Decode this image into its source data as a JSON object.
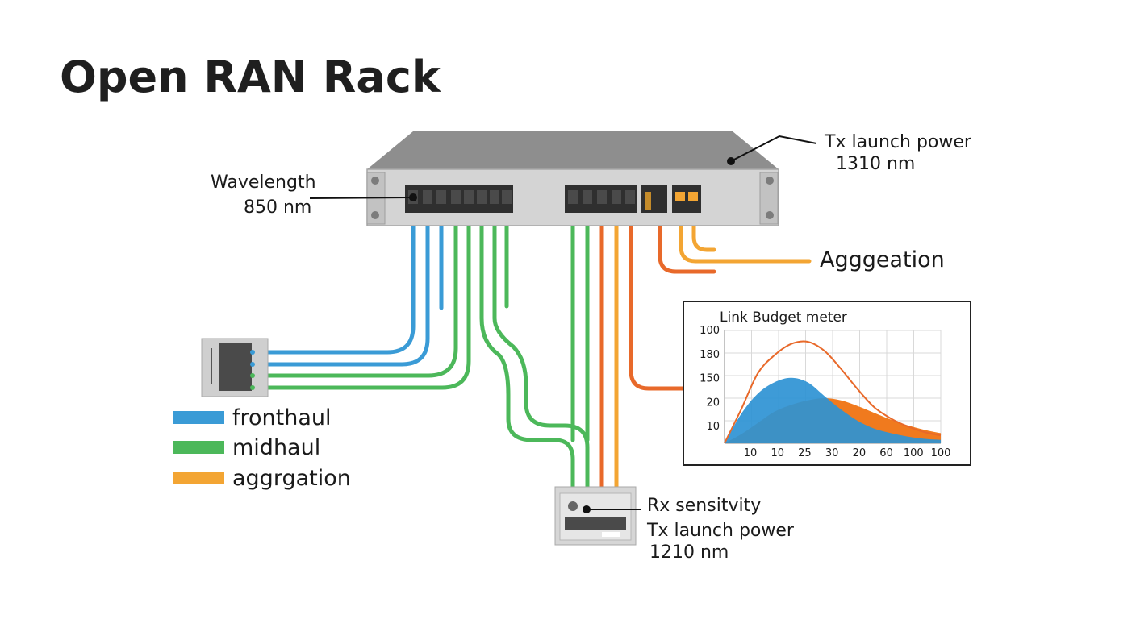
{
  "title": "Open RAN Rack",
  "colors": {
    "fronthaul": "#3a9bd6",
    "midhaul": "#4cb85a",
    "aggregation": "#f3a533",
    "transport": "#e8692a",
    "chassis_top": "#8e8e8e",
    "chassis_front": "#d4d4d4"
  },
  "callouts": {
    "wavelength_label": "Wavelength",
    "wavelength_value": "850 nm",
    "tx_label": "Tx launch power",
    "tx_value": "1310 nm",
    "aggregation_label": "Agggeation",
    "rx_label": "Rx sensitvity",
    "rx_tx_label": "Tx launch power",
    "rx_value": "1210 nm"
  },
  "legend": [
    {
      "label": "fronthaul",
      "color": "#3a9bd6"
    },
    {
      "label": "midhaul",
      "color": "#4cb85a"
    },
    {
      "label": "aggrgation",
      "color": "#f3a533"
    }
  ],
  "chart_data": {
    "type": "area",
    "title": "Link Budget meter",
    "x_tick_labels": [
      "10",
      "10",
      "25",
      "30",
      "20",
      "60",
      "100",
      "100"
    ],
    "y_tick_labels": [
      "100",
      "180",
      "150",
      "20",
      "10"
    ],
    "grid": true,
    "series": [
      {
        "color": "#e8692a",
        "style": "line",
        "values": [
          0,
          30,
          62,
          78,
          88,
          90,
          82,
          66,
          48,
          32,
          22,
          15,
          10,
          7
        ]
      },
      {
        "color": "#2e92d4",
        "style": "area",
        "values": [
          0,
          26,
          44,
          54,
          58,
          54,
          42,
          30,
          20,
          13,
          9,
          6,
          4,
          3
        ]
      },
      {
        "color": "#f07a1e",
        "style": "area",
        "values": [
          0,
          8,
          18,
          28,
          34,
          38,
          40,
          38,
          33,
          27,
          21,
          16,
          12,
          9
        ]
      }
    ]
  }
}
